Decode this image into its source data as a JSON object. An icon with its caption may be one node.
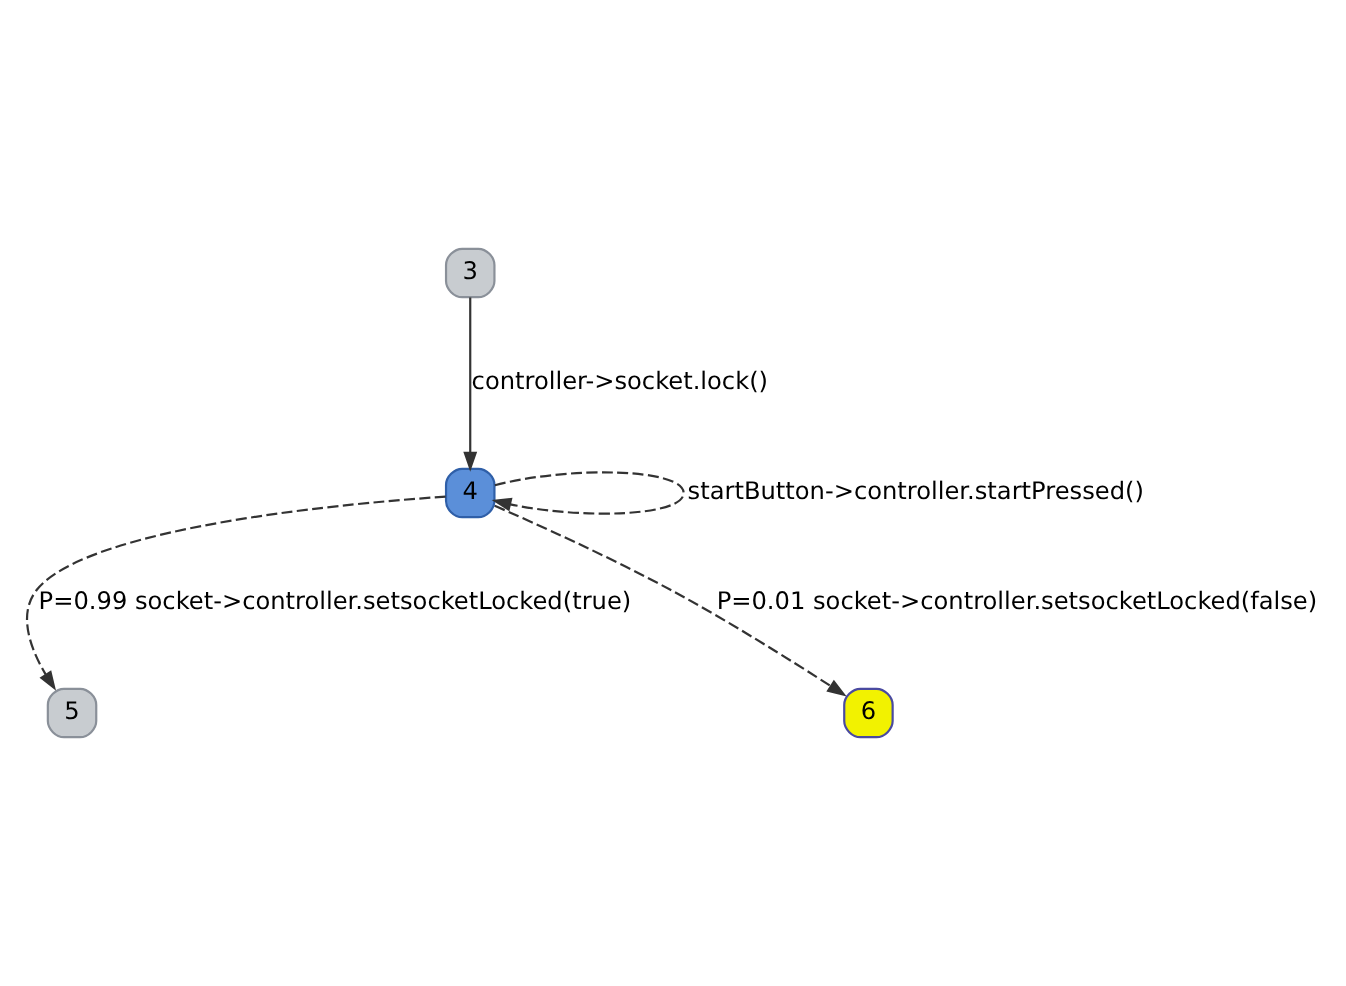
{
  "diagram": {
    "nodes": [
      {
        "text": [
          "3"
        ]
      },
      {
        "text": [
          "4"
        ]
      },
      {
        "text": [
          "5"
        ]
      },
      {
        "text": [
          "6"
        ]
      }
    ],
    "edges": [
      {
        "from": 0,
        "to": 1,
        "arrow": "to",
        "label": "controller->socket.lock()"
      },
      {
        "from": 1,
        "to": 1,
        "arrow": "to",
        "label": "startButton->controller.startPressed()",
        "style": "dashed"
      },
      {
        "from": 1,
        "to": 2,
        "arrow": "to",
        "label": "P=0.99 socket->controller.setsocketLocked(true)",
        "style": "dashed"
      },
      {
        "from": 1,
        "to": 3,
        "arrow": "to",
        "label": "P=0.01 socket->controller.setsocketLocked(false)",
        "style": "dashed"
      }
    ]
  }
}
